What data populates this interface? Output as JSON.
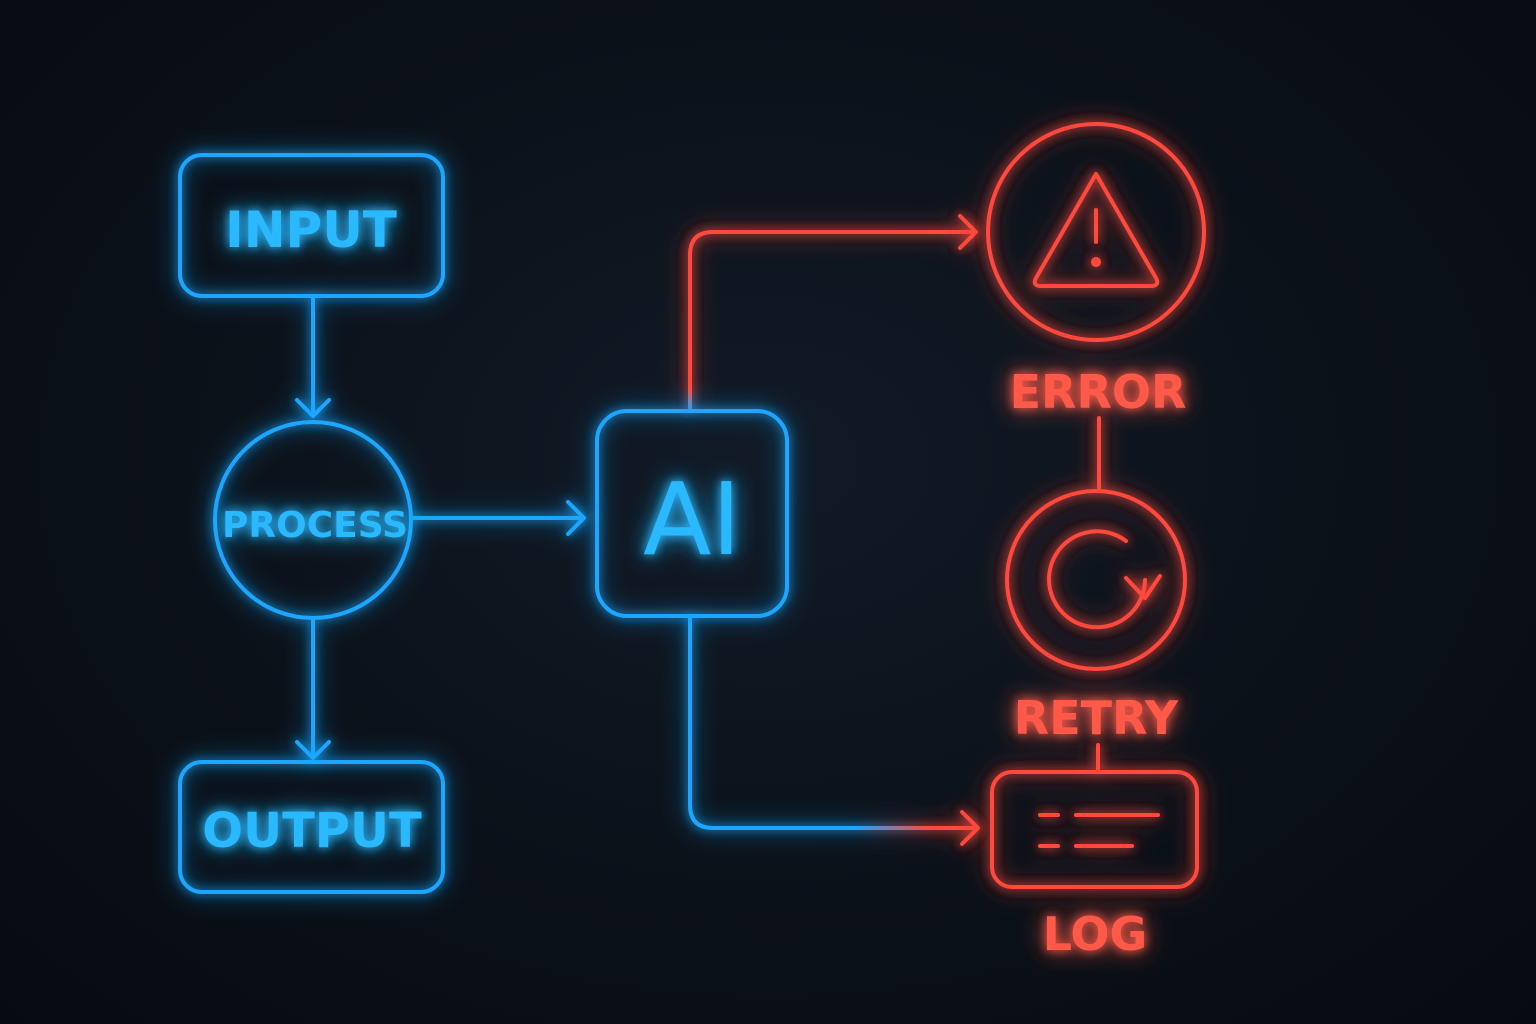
{
  "colors": {
    "background": "#0b1018",
    "blue": "#1aa6ff",
    "blue_text": "#2bb8ff",
    "red": "#ff4a3d",
    "red_text": "#ff5a48"
  },
  "nodes": {
    "input": {
      "label": "INPUT",
      "shape": "rounded-rect"
    },
    "process": {
      "label": "PROCESS",
      "shape": "circle"
    },
    "output": {
      "label": "OUTPUT",
      "shape": "rounded-rect"
    },
    "ai": {
      "label": "AI",
      "shape": "rounded-square"
    },
    "error": {
      "label": "ERROR",
      "icon": "warning-triangle-icon",
      "shape": "circle"
    },
    "retry": {
      "label": "RETRY",
      "icon": "refresh-arrow-icon",
      "shape": "circle"
    },
    "log": {
      "label": "LOG",
      "icon": "log-lines-icon",
      "shape": "rounded-rect"
    }
  },
  "edges": [
    {
      "from": "input",
      "to": "process",
      "arrow": true
    },
    {
      "from": "process",
      "to": "output",
      "arrow": true
    },
    {
      "from": "process",
      "to": "ai",
      "arrow": true
    },
    {
      "from": "ai",
      "to": "error",
      "arrow": true
    },
    {
      "from": "ai",
      "to": "log",
      "arrow": true
    },
    {
      "from": "error",
      "to": "retry",
      "arrow": false
    },
    {
      "from": "retry",
      "to": "log",
      "arrow": false
    }
  ]
}
